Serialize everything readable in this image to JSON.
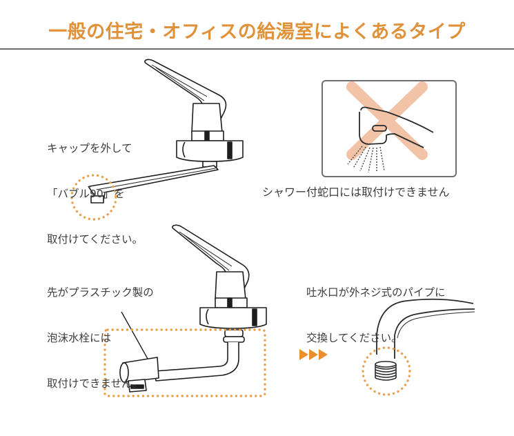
{
  "header": {
    "title": "一般の住宅・オフィスの給湯室によくあるタイプ"
  },
  "panels": {
    "top_left": {
      "caption_lines": [
        "キャップを外して",
        "「バブル90」を",
        "取付けてください。"
      ],
      "highlight": "dotted-circle-around-spout-tip",
      "status": "compatible"
    },
    "top_right": {
      "caption": "シャワー付蛇口には取付けできません",
      "icon": "shower-faucet-crossed-out",
      "status": "incompatible"
    },
    "bottom_left": {
      "caption_lines": [
        "先がプラスチック製の",
        "泡沫水栓には",
        "取付けできません。"
      ],
      "highlight": "dotted-rectangle-around-spout",
      "status": "incompatible"
    },
    "bottom_right": {
      "caption_lines": [
        "吐水口が外ネジ式のパイプに",
        "交換してください。"
      ],
      "highlight": "dotted-circle-around-threaded-outlet",
      "status": "solution"
    }
  },
  "colors": {
    "accent_orange": "#e0923a",
    "cross_salmon": "#f2c3a6",
    "rule_gray": "#6b6b6b",
    "text_gray": "#3c3c3c"
  }
}
